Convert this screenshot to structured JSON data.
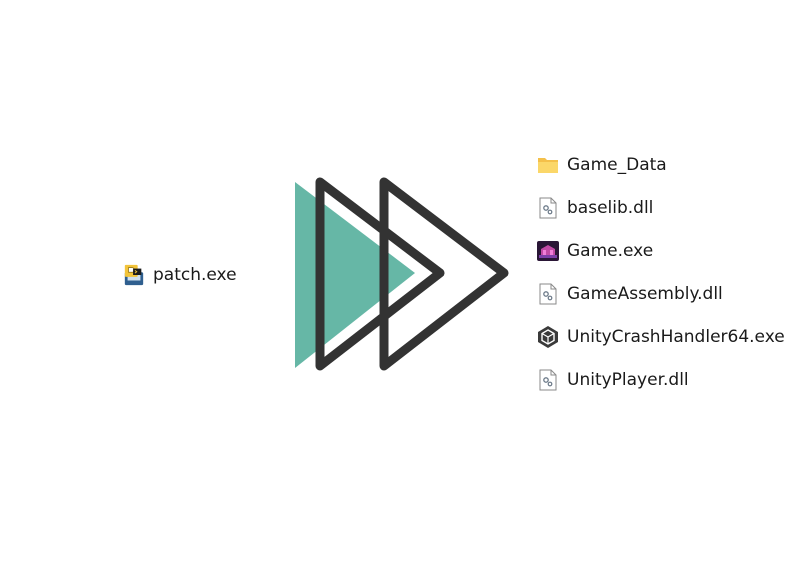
{
  "source": {
    "filename": "patch.exe",
    "icon": "patch-exe-icon"
  },
  "arrow": {
    "fill_color": "#66b7a6",
    "outline_color": "#333333"
  },
  "target_files": [
    {
      "name": "Game_Data",
      "icon": "folder-icon"
    },
    {
      "name": "baselib.dll",
      "icon": "dll-file-icon"
    },
    {
      "name": "Game.exe",
      "icon": "game-exe-icon"
    },
    {
      "name": "GameAssembly.dll",
      "icon": "dll-file-icon"
    },
    {
      "name": "UnityCrashHandler64.exe",
      "icon": "unity-icon"
    },
    {
      "name": "UnityPlayer.dll",
      "icon": "dll-file-icon"
    }
  ]
}
